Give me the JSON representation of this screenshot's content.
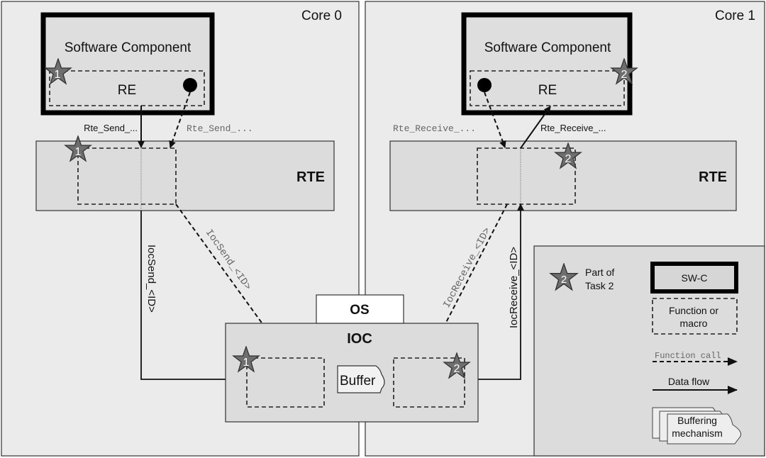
{
  "cores": [
    {
      "label": "Core 0"
    },
    {
      "label": "Core 1"
    }
  ],
  "left": {
    "swc_title": "Software Component",
    "re_label": "RE",
    "rte_label": "RTE",
    "call_label_solid": "Rte_Send_...",
    "call_label_mono": "Rte_Send_...",
    "ioc_label_vertical": "IocSend_<ID>",
    "ioc_label_diag": "IocSend_<ID>",
    "task_star": "1"
  },
  "right": {
    "swc_title": "Software Component",
    "re_label": "RE",
    "rte_label": "RTE",
    "call_label_mono": "Rte_Receive_...",
    "call_label_solid": "Rte_Receive_...",
    "ioc_label_vertical": "IocReceive_<ID>",
    "ioc_label_diag": "IocReceive_<ID>",
    "task_star": "2"
  },
  "center": {
    "os_label": "OS",
    "ioc_label": "IOC",
    "buffer_label": "Buffer"
  },
  "legend": {
    "star_number": "2",
    "star_text_line1": "Part of",
    "star_text_line2": "Task 2",
    "swc_label": "SW-C",
    "function_line1": "Function or",
    "function_line2": "macro",
    "function_call_label": "Function call",
    "data_flow_label": "Data flow",
    "buffering_line1": "Buffering",
    "buffering_line2": "mechanism"
  },
  "colors": {
    "panel_bg": "#ebebeb",
    "box_bg": "#dcdcdc",
    "star_fill": "#6e6e6e",
    "stroke": "#111111",
    "mono_text": "#666666"
  }
}
